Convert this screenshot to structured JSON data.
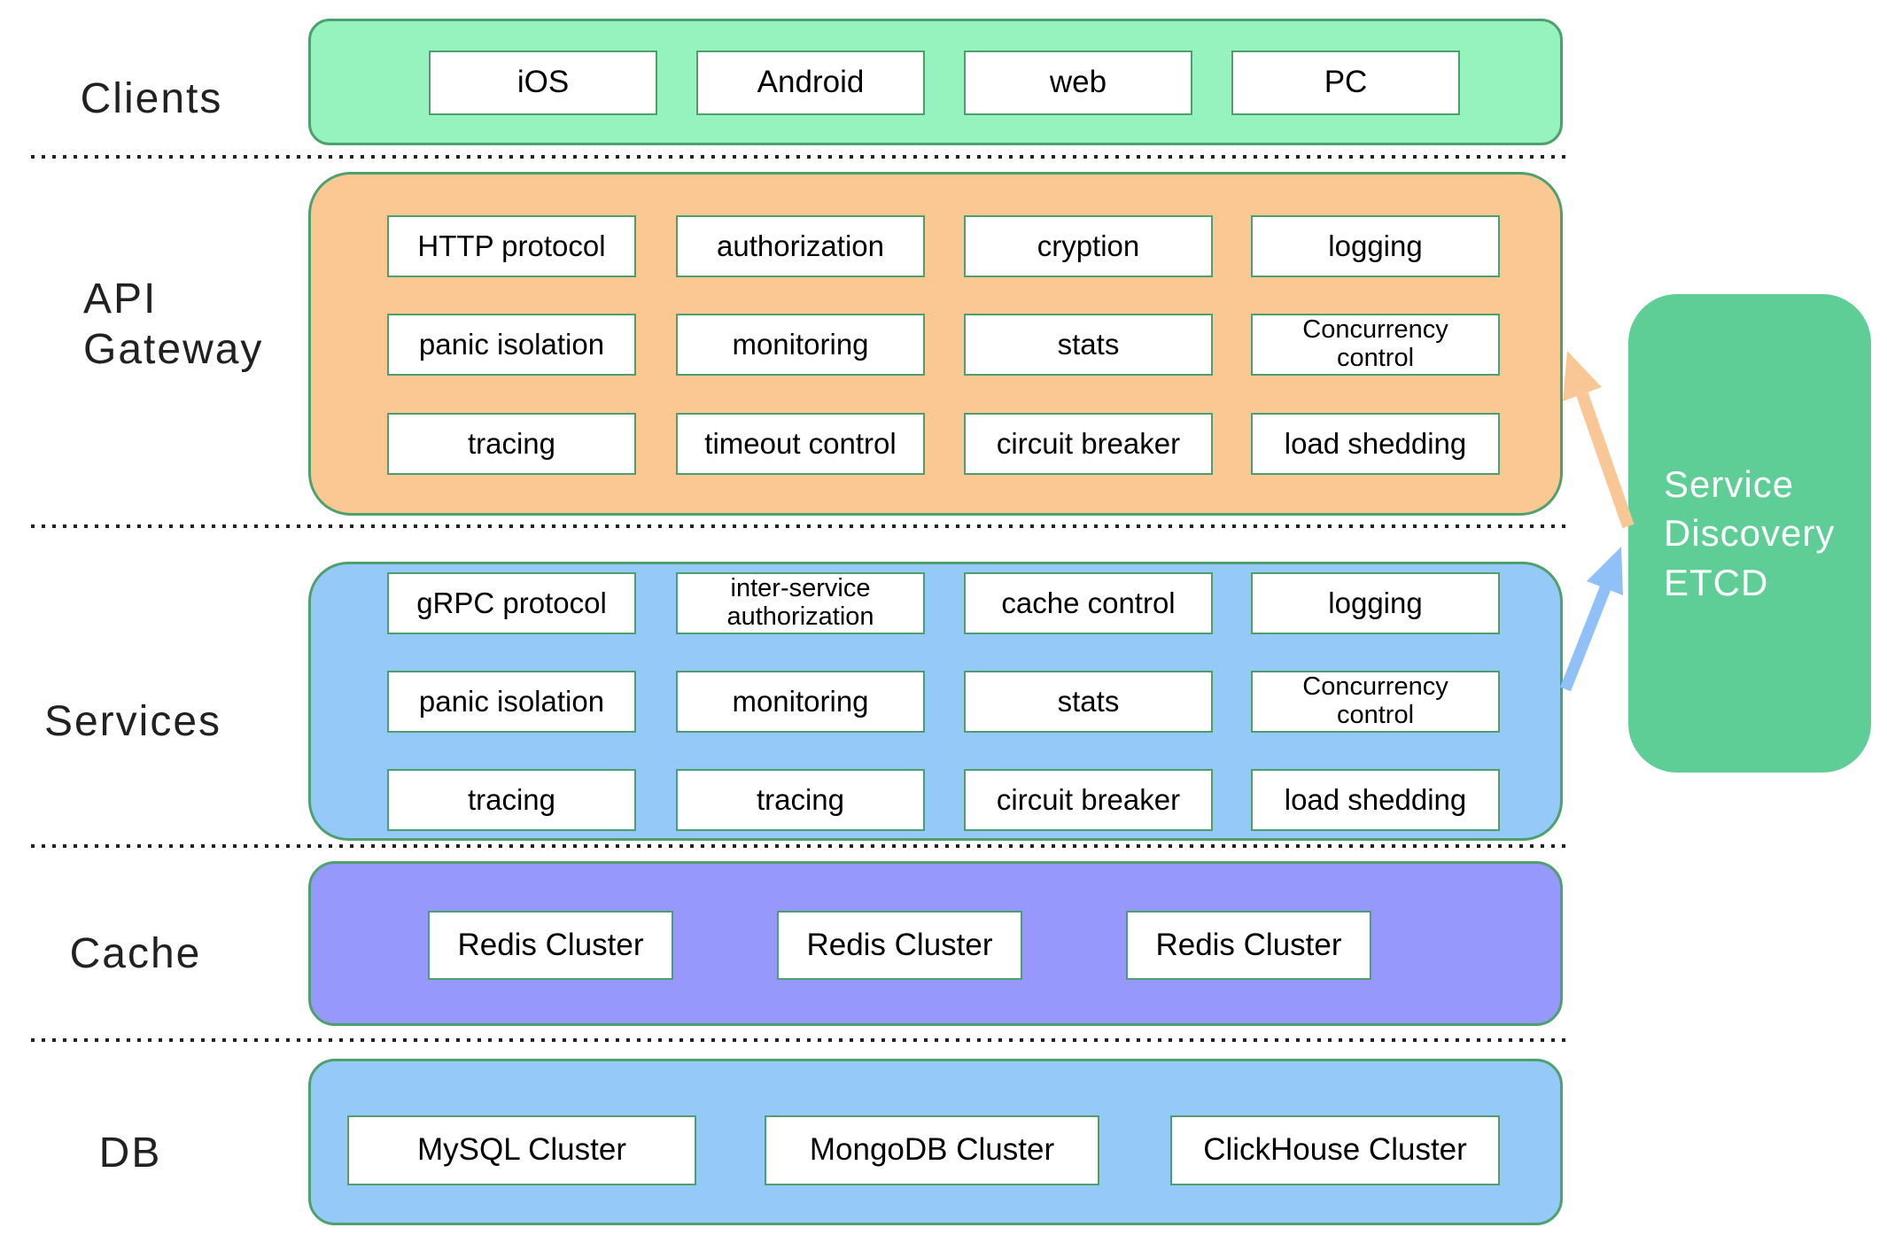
{
  "colors": {
    "clients_fill": "#97F3BE",
    "api_gateway_fill": "#FBC893",
    "services_fill": "#95C9F8",
    "cache_fill": "#9699FB",
    "db_fill": "#95C9F8",
    "etcd_fill": "#5FCE96",
    "box_border": "#4EA06E",
    "inner_box_border": "#4DA06C",
    "inner_box_fill": "#FFFFFF",
    "arrow_orange": "#F9C795",
    "arrow_blue": "#8FC0F7",
    "separator": "#222222",
    "label_text": "#212121",
    "cell_text": "#000000",
    "etcd_text": "#FFFFFF"
  },
  "layers": {
    "clients": {
      "label": "Clients",
      "items": [
        "iOS",
        "Android",
        "web",
        "PC"
      ]
    },
    "api_gateway": {
      "label": "API\nGateway",
      "rows": [
        [
          "HTTP protocol",
          "authorization",
          "cryption",
          "logging"
        ],
        [
          "panic isolation",
          "monitoring",
          "stats",
          "Concurrency\ncontrol"
        ],
        [
          "tracing",
          "timeout control",
          "circuit breaker",
          "load shedding"
        ]
      ]
    },
    "services": {
      "label": "Services",
      "rows": [
        [
          "gRPC protocol",
          "inter-service\nauthorization",
          "cache control",
          "logging"
        ],
        [
          "panic isolation",
          "monitoring",
          "stats",
          "Concurrency\ncontrol"
        ],
        [
          "tracing",
          "tracing",
          "circuit breaker",
          "load shedding"
        ]
      ]
    },
    "cache": {
      "label": "Cache",
      "items": [
        "Redis Cluster",
        "Redis Cluster",
        "Redis Cluster"
      ]
    },
    "db": {
      "label": "DB",
      "items": [
        "MySQL Cluster",
        "MongoDB Cluster",
        "ClickHouse Cluster"
      ]
    }
  },
  "service_discovery": {
    "label": "Service\nDiscovery\nETCD"
  },
  "arrows": [
    {
      "name": "etcd-to-api-gateway",
      "color": "#F9C795"
    },
    {
      "name": "services-to-etcd",
      "color": "#8FC0F7"
    }
  ]
}
